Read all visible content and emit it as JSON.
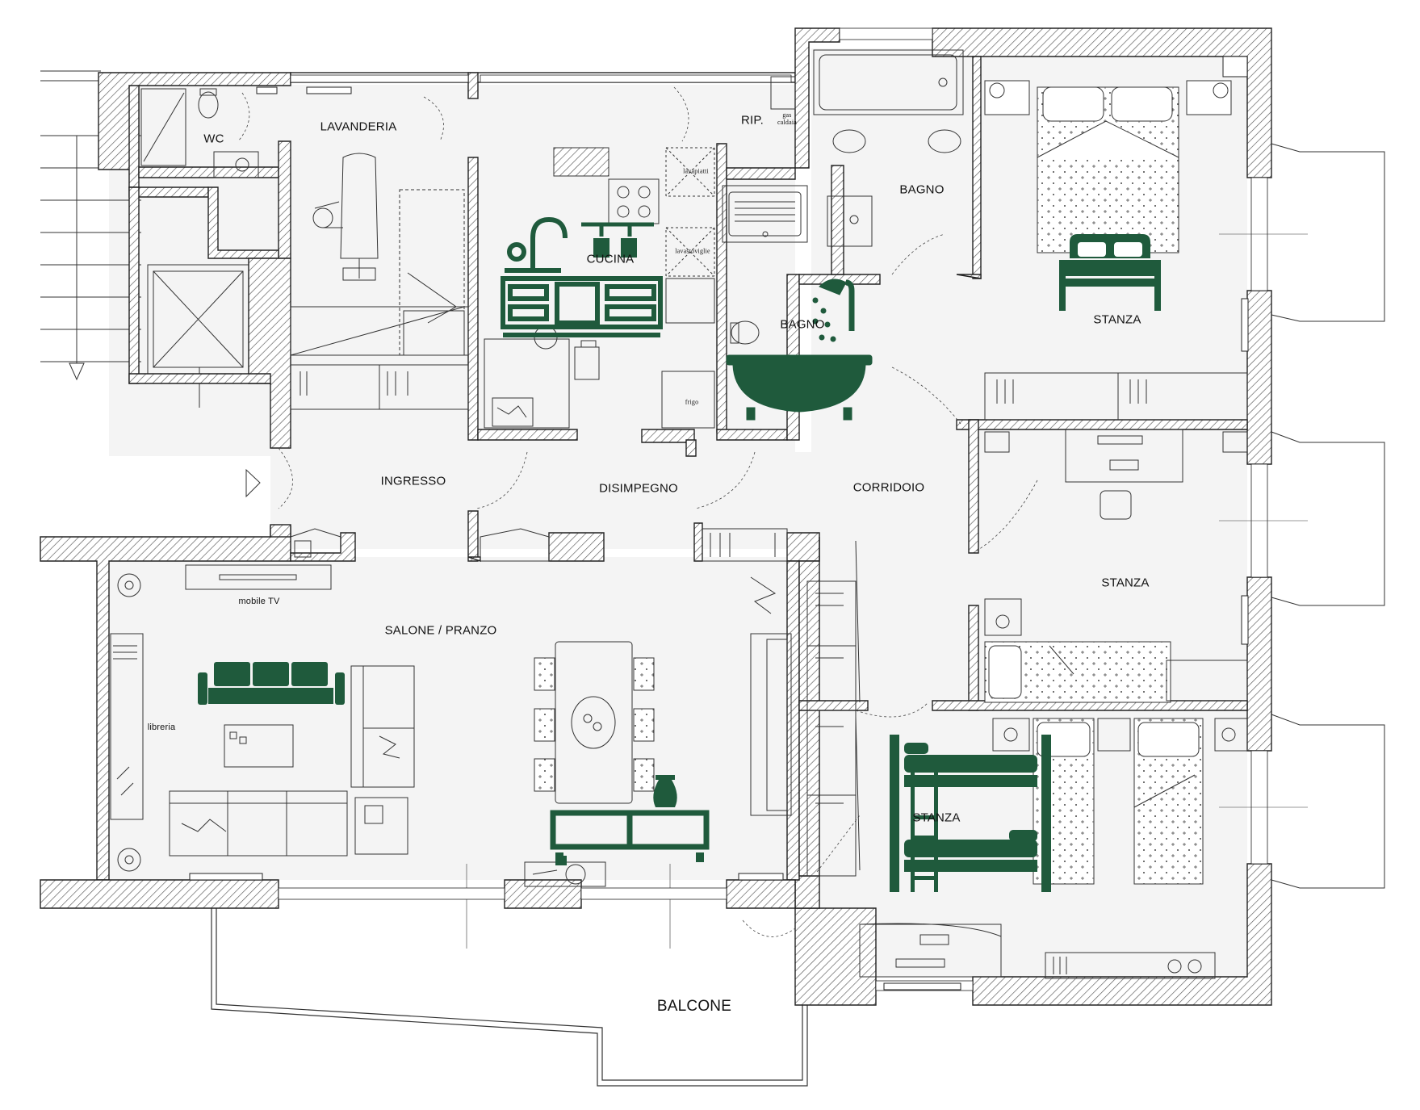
{
  "colors": {
    "wall_hatch": "#555555",
    "accent": "#1f5a3c",
    "floor": "#f4f4f4",
    "line": "#222222"
  },
  "rooms": {
    "wc": "WC",
    "lavanderia": "LAVANDERIA",
    "cucina": "CUCINA",
    "rip": "RIP.",
    "bagno_1": "BAGNO",
    "bagno_2": "BAGNO",
    "stanza_1": "STANZA",
    "stanza_2": "STANZA",
    "stanza_3": "STANZA",
    "ingresso": "INGRESSO",
    "disimpegno": "DISIMPEGNO",
    "corridoio": "CORRIDOIO",
    "salone": "SALONE / PRANZO",
    "balcone": "BALCONE"
  },
  "furniture": {
    "mobile_tv": "mobile TV",
    "libreria": "libreria",
    "frigo": "frigo",
    "lavapiatti": "lavapiatti",
    "lavastoviglie": "lavastoviglie",
    "gas_caldaia": "gas caldaia"
  },
  "icons": [
    "kitchen-faucet-icon",
    "kitchen-cabinet-icon",
    "shower-bathtub-icon",
    "double-bed-icon",
    "bunk-bed-icon",
    "sofa-icon",
    "vase-icon",
    "tv-stand-icon"
  ]
}
